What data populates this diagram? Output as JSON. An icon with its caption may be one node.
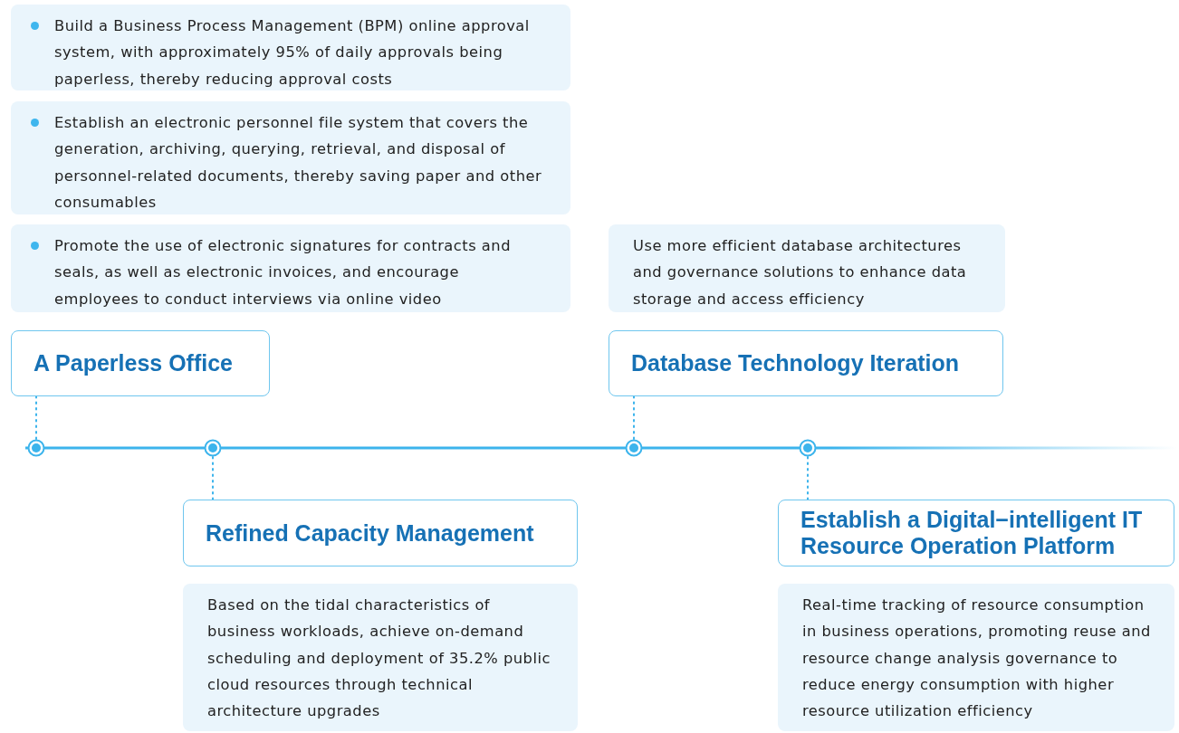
{
  "diagram": {
    "nodes": [
      {
        "text": [
          "Build a Business Process Management (BPM) online approval system, with approximately 95% of daily approvals being paperless, thereby reducing approval costs"
        ]
      },
      {
        "text": [
          "Establish an electronic personnel file system that covers the generation, archiving, querying, retrieval, and disposal of personnel-related documents, thereby saving paper and other consumables"
        ]
      },
      {
        "text": [
          "Promote the use of electronic signatures for contracts and seals, as well as electronic invoices, and encourage employees to conduct interviews via online video"
        ]
      },
      {
        "text": [
          "Use more efficient database architectures and governance solutions to enhance data storage and access efficiency"
        ]
      },
      {
        "text": [
          "A Paperless Office"
        ]
      },
      {
        "text": [
          "Database Technology Iteration"
        ]
      },
      {
        "text": [],
        "shape": "circle"
      },
      {
        "text": [],
        "shape": "circle"
      },
      {
        "text": [],
        "shape": "circle"
      },
      {
        "text": [],
        "shape": "circle"
      },
      {
        "text": [
          "Refined Capacity Management"
        ]
      },
      {
        "text": [
          "Establish a Digital−intelligent IT Resource Operation Platform"
        ]
      },
      {
        "text": [
          "Based on the tidal characteristics of business workloads, achieve on-demand scheduling and deployment of 35.2% public cloud resources through technical architecture upgrades"
        ]
      },
      {
        "text": [
          "Real-time tracking of resource consumption in business operations, promoting reuse and resource change analysis governance to reduce energy consumption with higher resource utilization efficiency"
        ]
      }
    ],
    "edges": [
      {
        "from": 6,
        "to": 4,
        "arrow": "none",
        "style": "dashed"
      },
      {
        "from": 7,
        "to": 10,
        "arrow": "none",
        "style": "dashed"
      },
      {
        "from": 8,
        "to": 5,
        "arrow": "none",
        "style": "dashed"
      },
      {
        "from": 9,
        "to": 11,
        "arrow": "none",
        "style": "dashed"
      }
    ]
  }
}
